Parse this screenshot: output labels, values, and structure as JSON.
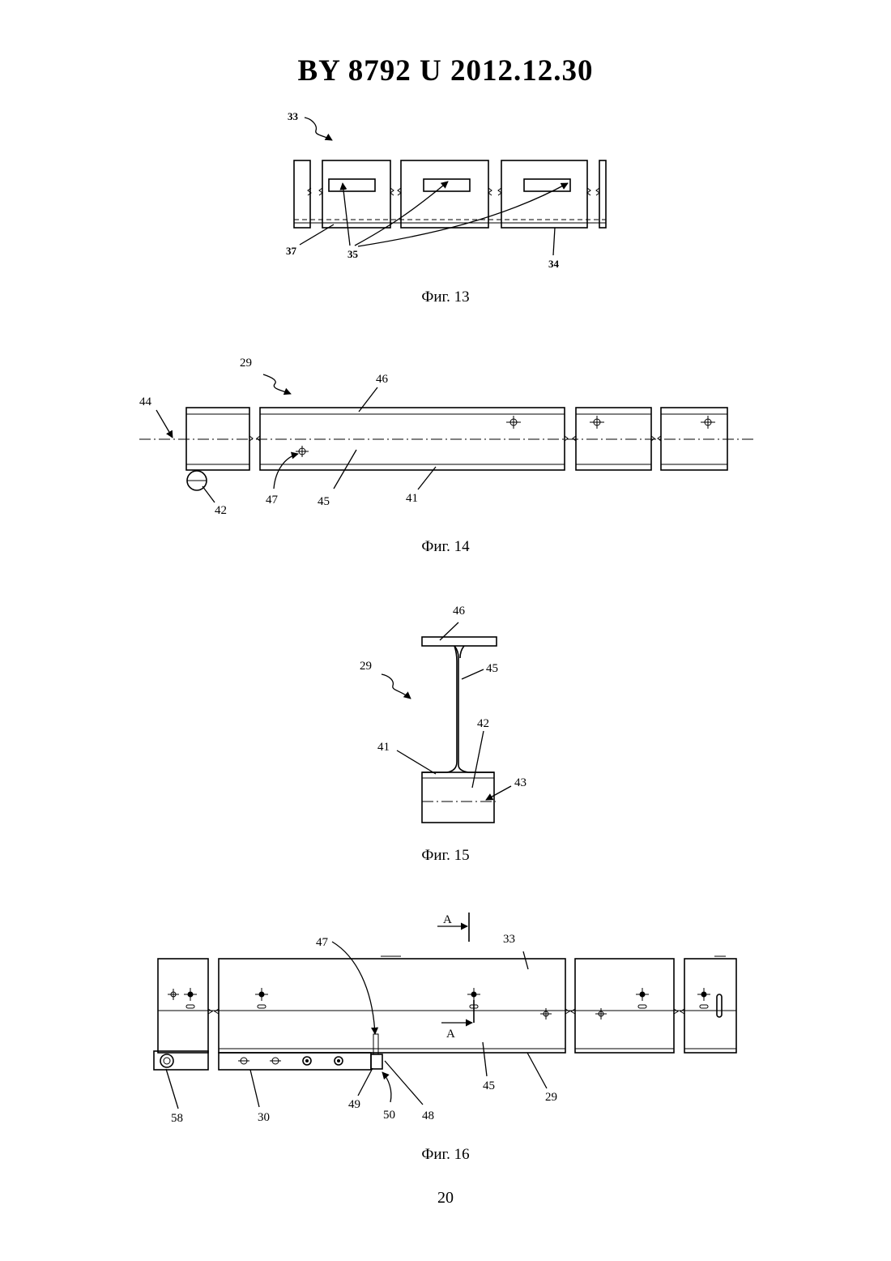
{
  "header": "BY  8792  U  2012.12.30",
  "page_number": "20",
  "figures": [
    {
      "caption": "Фиг. 13",
      "labels": [
        "33",
        "37",
        "35",
        "34"
      ]
    },
    {
      "caption": "Фиг. 14",
      "labels": [
        "29",
        "44",
        "46",
        "42",
        "47",
        "45",
        "41"
      ]
    },
    {
      "caption": "Фиг. 15",
      "labels": [
        "46",
        "29",
        "45",
        "42",
        "41",
        "43"
      ]
    },
    {
      "caption": "Фиг. 16",
      "labels": [
        "A",
        "47",
        "33",
        "A",
        "45",
        "29",
        "58",
        "30",
        "49",
        "50",
        "48"
      ]
    }
  ]
}
